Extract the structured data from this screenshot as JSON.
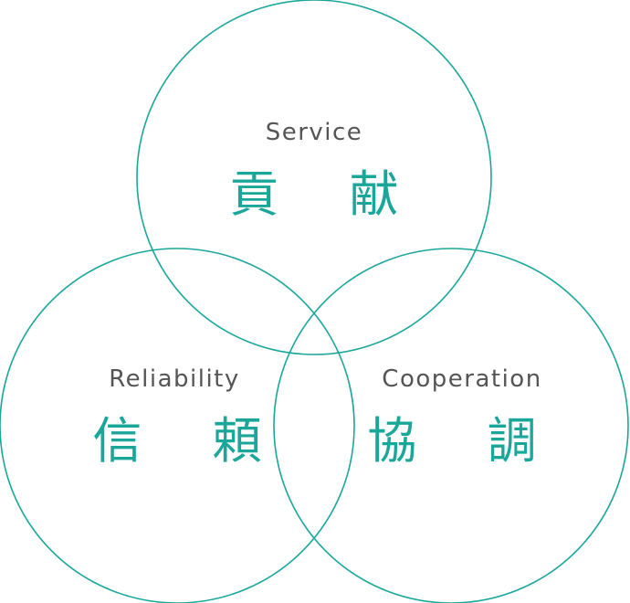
{
  "colors": {
    "accent": "#1aa79a",
    "text_dark": "#555555"
  },
  "circles": [
    {
      "id": "service",
      "english": "Service",
      "japanese": "貢 献"
    },
    {
      "id": "reliability",
      "english": "Reliability",
      "japanese": "信 頼"
    },
    {
      "id": "cooperation",
      "english": "Cooperation",
      "japanese": "協 調"
    }
  ]
}
